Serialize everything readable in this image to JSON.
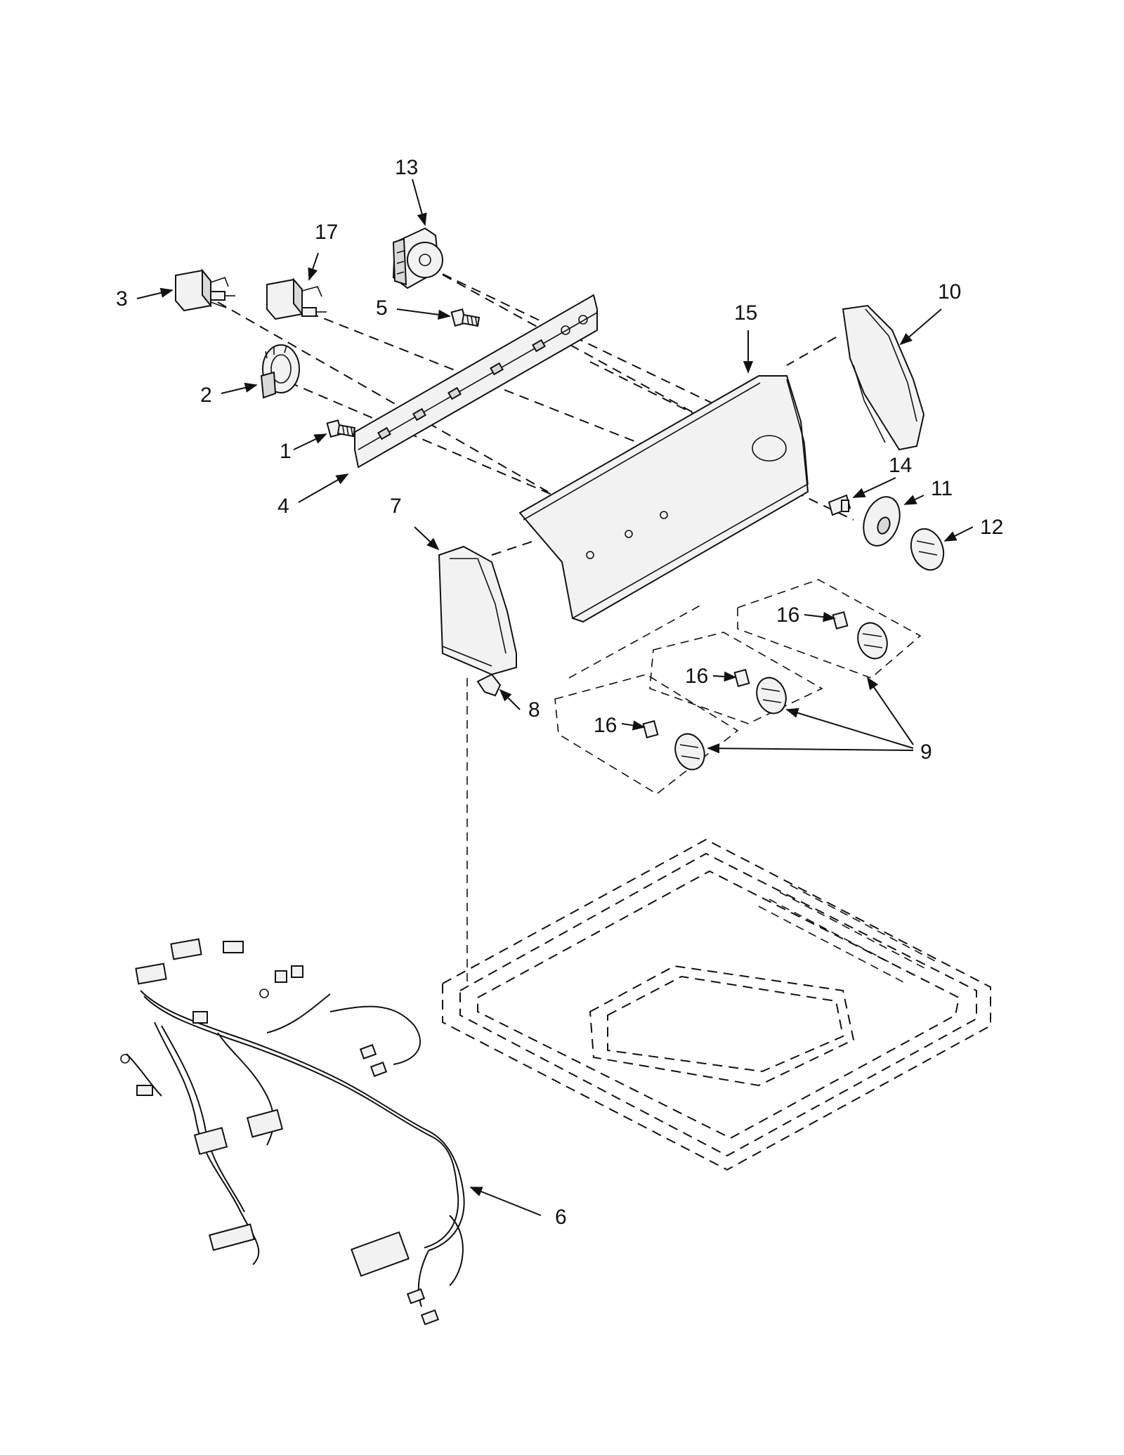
{
  "callouts": {
    "c1": "1",
    "c2": "2",
    "c3": "3",
    "c4": "4",
    "c5": "5",
    "c6": "6",
    "c7": "7",
    "c8": "8",
    "c9": "9",
    "c10": "10",
    "c11": "11",
    "c12": "12",
    "c13": "13",
    "c14": "14",
    "c15": "15",
    "c16a": "16",
    "c16b": "16",
    "c16c": "16",
    "c17": "17"
  },
  "icons": {
    "arrow": "arrowhead-icon",
    "knob": "knob-icon",
    "switch": "rotary-switch-icon"
  },
  "colors": {
    "line": "#111111",
    "fill": "#f2f2f2",
    "background": "#ffffff"
  }
}
